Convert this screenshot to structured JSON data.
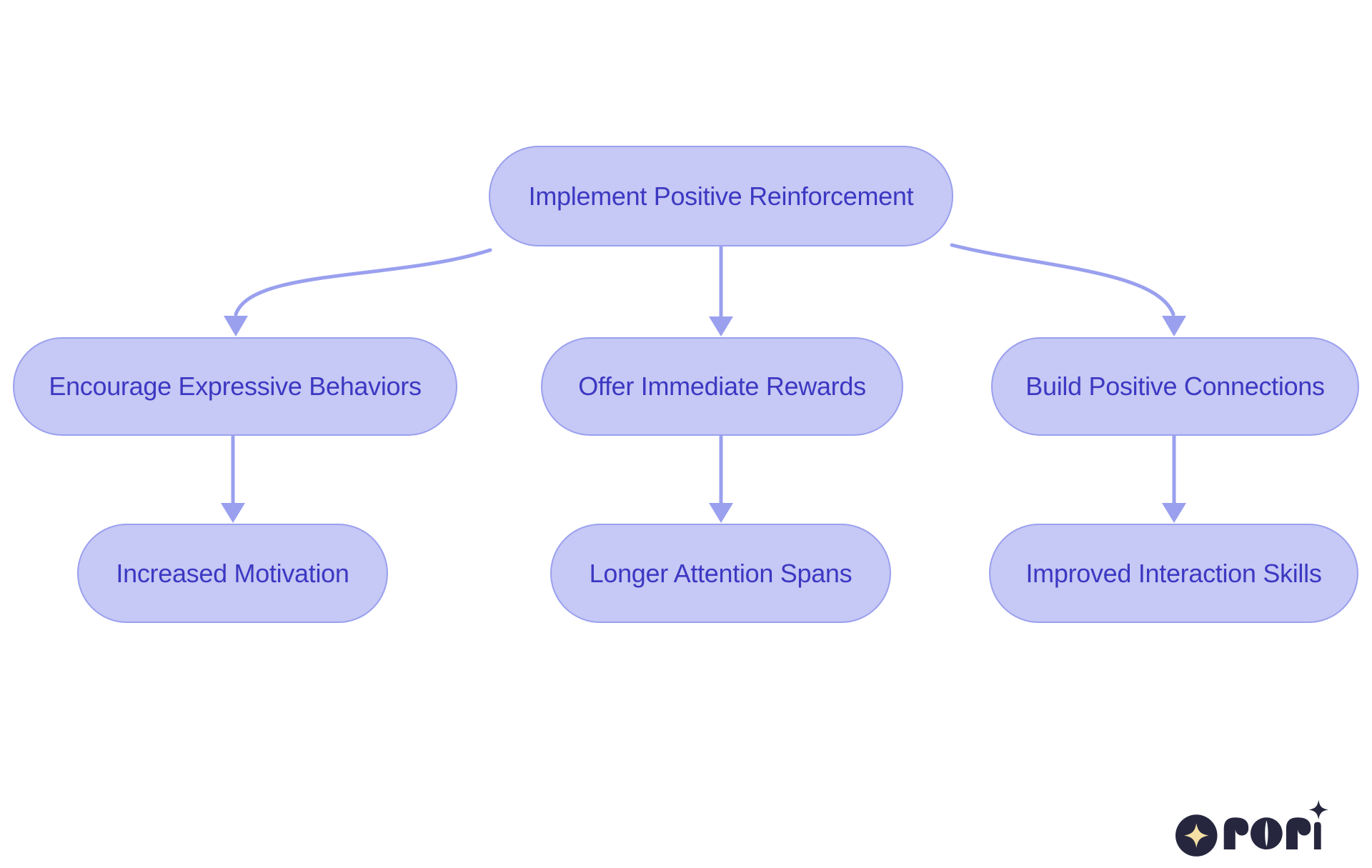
{
  "page": {
    "type": "flowchart",
    "background": "#FFFFFF"
  },
  "palette": {
    "node_fill": "#C6C8F5",
    "node_border": "#9AA0EE",
    "node_text": "#3C38C2",
    "connector": "#9AA0EE",
    "logo_navy": "#26263E",
    "logo_star_cream": "#F3DFA5"
  },
  "flowchart": {
    "nodes": [
      {
        "id": "root",
        "label": "Implement Positive Reinforcement"
      },
      {
        "id": "mid-left",
        "label": "Encourage Expressive Behaviors"
      },
      {
        "id": "mid-center",
        "label": "Offer Immediate Rewards"
      },
      {
        "id": "mid-right",
        "label": "Build Positive Connections"
      },
      {
        "id": "leaf-left",
        "label": "Increased Motivation"
      },
      {
        "id": "leaf-center",
        "label": "Longer Attention Spans"
      },
      {
        "id": "leaf-right",
        "label": "Improved Interaction Skills"
      }
    ],
    "edges": [
      {
        "from": "Implement Positive Reinforcement",
        "to": "Encourage Expressive Behaviors"
      },
      {
        "from": "Implement Positive Reinforcement",
        "to": "Offer Immediate Rewards"
      },
      {
        "from": "Implement Positive Reinforcement",
        "to": "Build Positive Connections"
      },
      {
        "from": "Encourage Expressive Behaviors",
        "to": "Increased Motivation"
      },
      {
        "from": "Offer Immediate Rewards",
        "to": "Longer Attention Spans"
      },
      {
        "from": "Build Positive Connections",
        "to": "Improved Interaction Skills"
      }
    ]
  },
  "logo": {
    "brand": "rori",
    "badge_icon": "four-point-star",
    "wordmark_accent_icon": "four-point-star"
  }
}
